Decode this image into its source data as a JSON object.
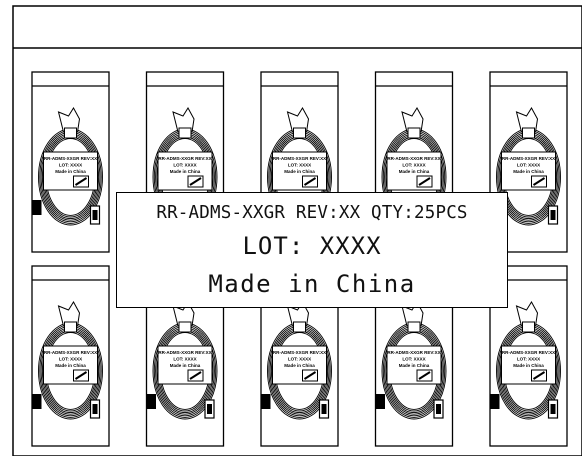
{
  "diagram": {
    "bag_columns": 5,
    "bag_rows": 2,
    "bag_count": 10,
    "mini_label": {
      "line1": "RR-ADMS-XXGR REV:XX",
      "line2": "LOT: XXXX",
      "line3": "Made in China"
    },
    "label": {
      "part_rev_qty": "RR-ADMS-XXGR REV:XX QTY:25PCS",
      "lot": "LOT: XXXX",
      "origin": "Made in China"
    }
  }
}
